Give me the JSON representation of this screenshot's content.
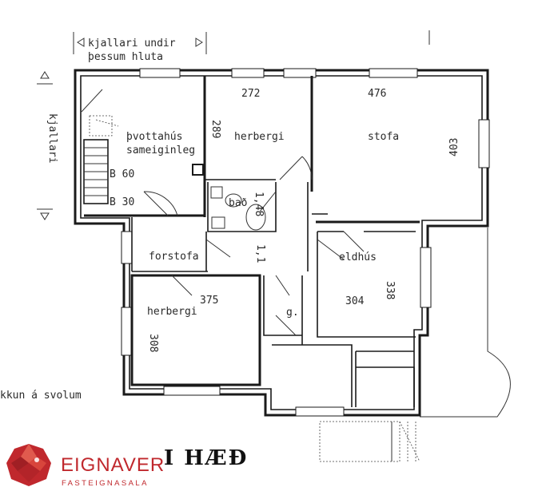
{
  "notes": {
    "basement_top_line1": "kjallari undir",
    "basement_top_line2": "þessum hluta",
    "basement_side": "kjallari",
    "bottom_left": "kkun á svolum"
  },
  "rooms": {
    "stairs_common": {
      "line1": "þvottahús",
      "line2": "sameiginleg"
    },
    "stair_b60": "B 60",
    "stair_b30": "B 30",
    "bedroom_top": "herbergi",
    "living_room": "stofa",
    "bath": "bað",
    "hall": "forstofa",
    "kitchen": "eldhús",
    "bedroom_bottom": "herbergi",
    "closet": "g."
  },
  "dimensions": {
    "d289": "289",
    "d272": "272",
    "d476": "476",
    "d403": "403",
    "d148": "1,48",
    "d11": "1,1",
    "d375": "375",
    "d308": "308",
    "d304": "304",
    "d338": "338"
  },
  "floor_title": "I HÆÐ",
  "brand": {
    "name": "EIGNAVER",
    "subtitle": "FASTEIGNASALA",
    "logo_color": "#c0282d"
  }
}
